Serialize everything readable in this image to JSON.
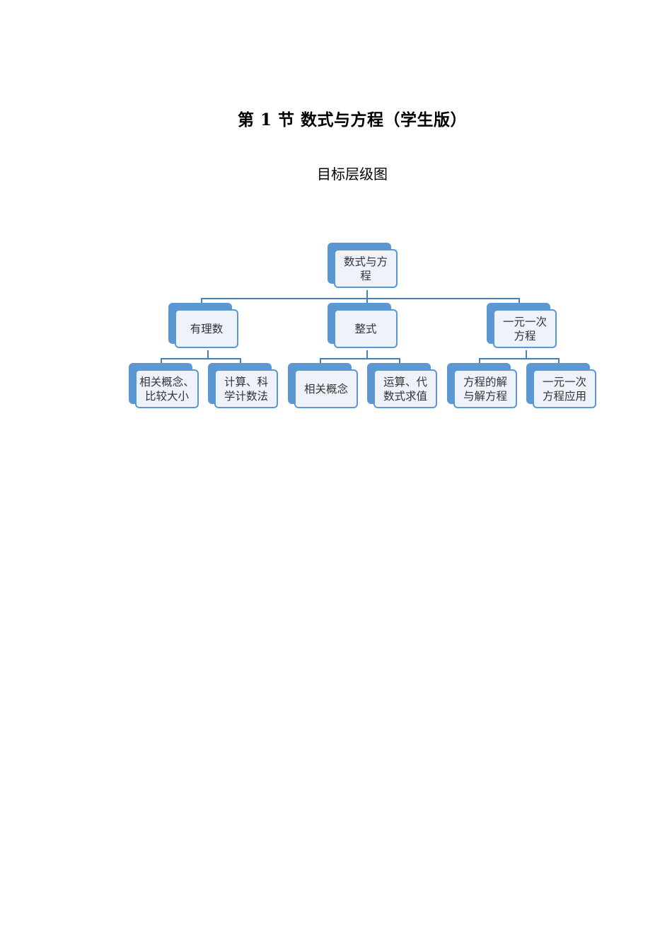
{
  "document": {
    "title": "第 1 节  数式与方程（学生版）",
    "subtitle": "目标层级图"
  },
  "diagram": {
    "colors": {
      "box_fill": "#5b97d2",
      "box_front": "#eef3fb",
      "line": "#4a7fb5"
    },
    "root": {
      "label": "数式与方程"
    },
    "level1": [
      {
        "label": "有理数"
      },
      {
        "label": "整式"
      },
      {
        "label": "一元一次方程"
      }
    ],
    "level2": [
      {
        "label": "相关概念、比较大小"
      },
      {
        "label": "计算、科学计数法"
      },
      {
        "label": "相关概念"
      },
      {
        "label": "运算、代数式求值"
      },
      {
        "label": "方程的解与解方程"
      },
      {
        "label": "一元一次方程应用"
      }
    ]
  }
}
